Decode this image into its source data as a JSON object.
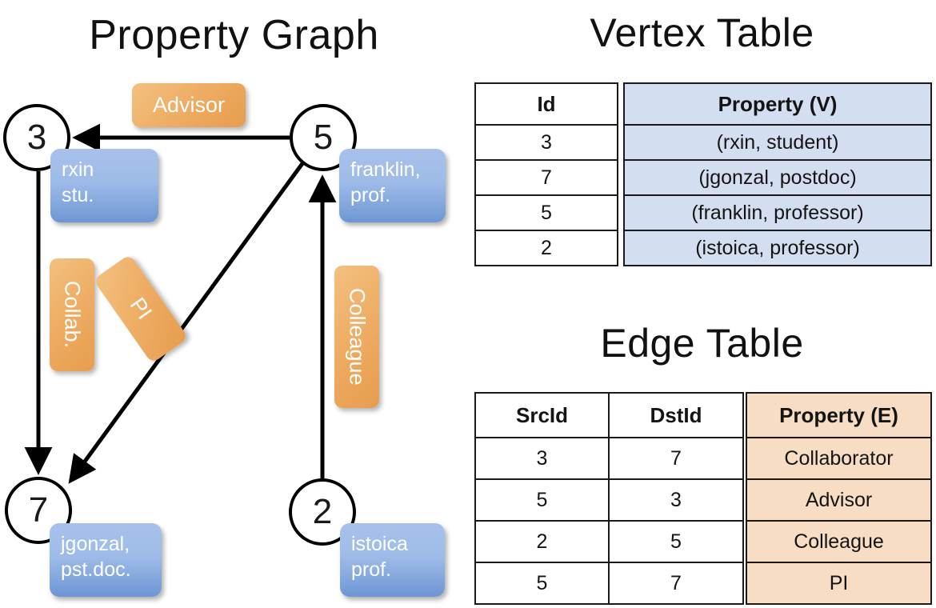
{
  "titles": {
    "property_graph": "Property Graph",
    "vertex_table": "Vertex Table",
    "edge_table": "Edge Table"
  },
  "colors": {
    "vertex_property_fill": "#d3dff1",
    "edge_property_fill": "#f6ddc3",
    "node_fill": "#ffffff",
    "node_stroke": "#000000",
    "blue_box": "#9ebbe8",
    "orange_box": "#eeac63",
    "text_on_box": "#ffffff",
    "background": "#ffffff"
  },
  "graph": {
    "nodes": [
      {
        "id": "3",
        "property_line1": "rxin",
        "property_line2": "stu."
      },
      {
        "id": "5",
        "property_line1": "franklin,",
        "property_line2": "prof."
      },
      {
        "id": "7",
        "property_line1": "jgonzal,",
        "property_line2": "pst.doc."
      },
      {
        "id": "2",
        "property_line1": "istoica",
        "property_line2": "prof."
      }
    ],
    "edge_labels": [
      {
        "name": "advisor",
        "text": "Advisor",
        "orientation": "horizontal"
      },
      {
        "name": "collab",
        "text": "Collab.",
        "orientation": "vertical"
      },
      {
        "name": "pi",
        "text": "PI",
        "orientation": "vertical-rotated"
      },
      {
        "name": "colleague",
        "text": "Colleague",
        "orientation": "vertical"
      }
    ],
    "edges": [
      {
        "src": "5",
        "dst": "3",
        "label": "Advisor"
      },
      {
        "src": "3",
        "dst": "7",
        "label": "Collab."
      },
      {
        "src": "5",
        "dst": "7",
        "label": "PI"
      },
      {
        "src": "2",
        "dst": "5",
        "label": "Colleague"
      }
    ]
  },
  "vertex_table": {
    "headers": {
      "id": "Id",
      "property": "Property (V)"
    },
    "rows": [
      {
        "id": "3",
        "property": "(rxin, student)"
      },
      {
        "id": "7",
        "property": "(jgonzal, postdoc)"
      },
      {
        "id": "5",
        "property": "(franklin, professor)"
      },
      {
        "id": "2",
        "property": "(istoica, professor)"
      }
    ]
  },
  "edge_table": {
    "headers": {
      "src": "SrcId",
      "dst": "DstId",
      "property": "Property (E)"
    },
    "rows": [
      {
        "src": "3",
        "dst": "7",
        "property": "Collaborator"
      },
      {
        "src": "5",
        "dst": "3",
        "property": "Advisor"
      },
      {
        "src": "2",
        "dst": "5",
        "property": "Colleague"
      },
      {
        "src": "5",
        "dst": "7",
        "property": "PI"
      }
    ]
  }
}
